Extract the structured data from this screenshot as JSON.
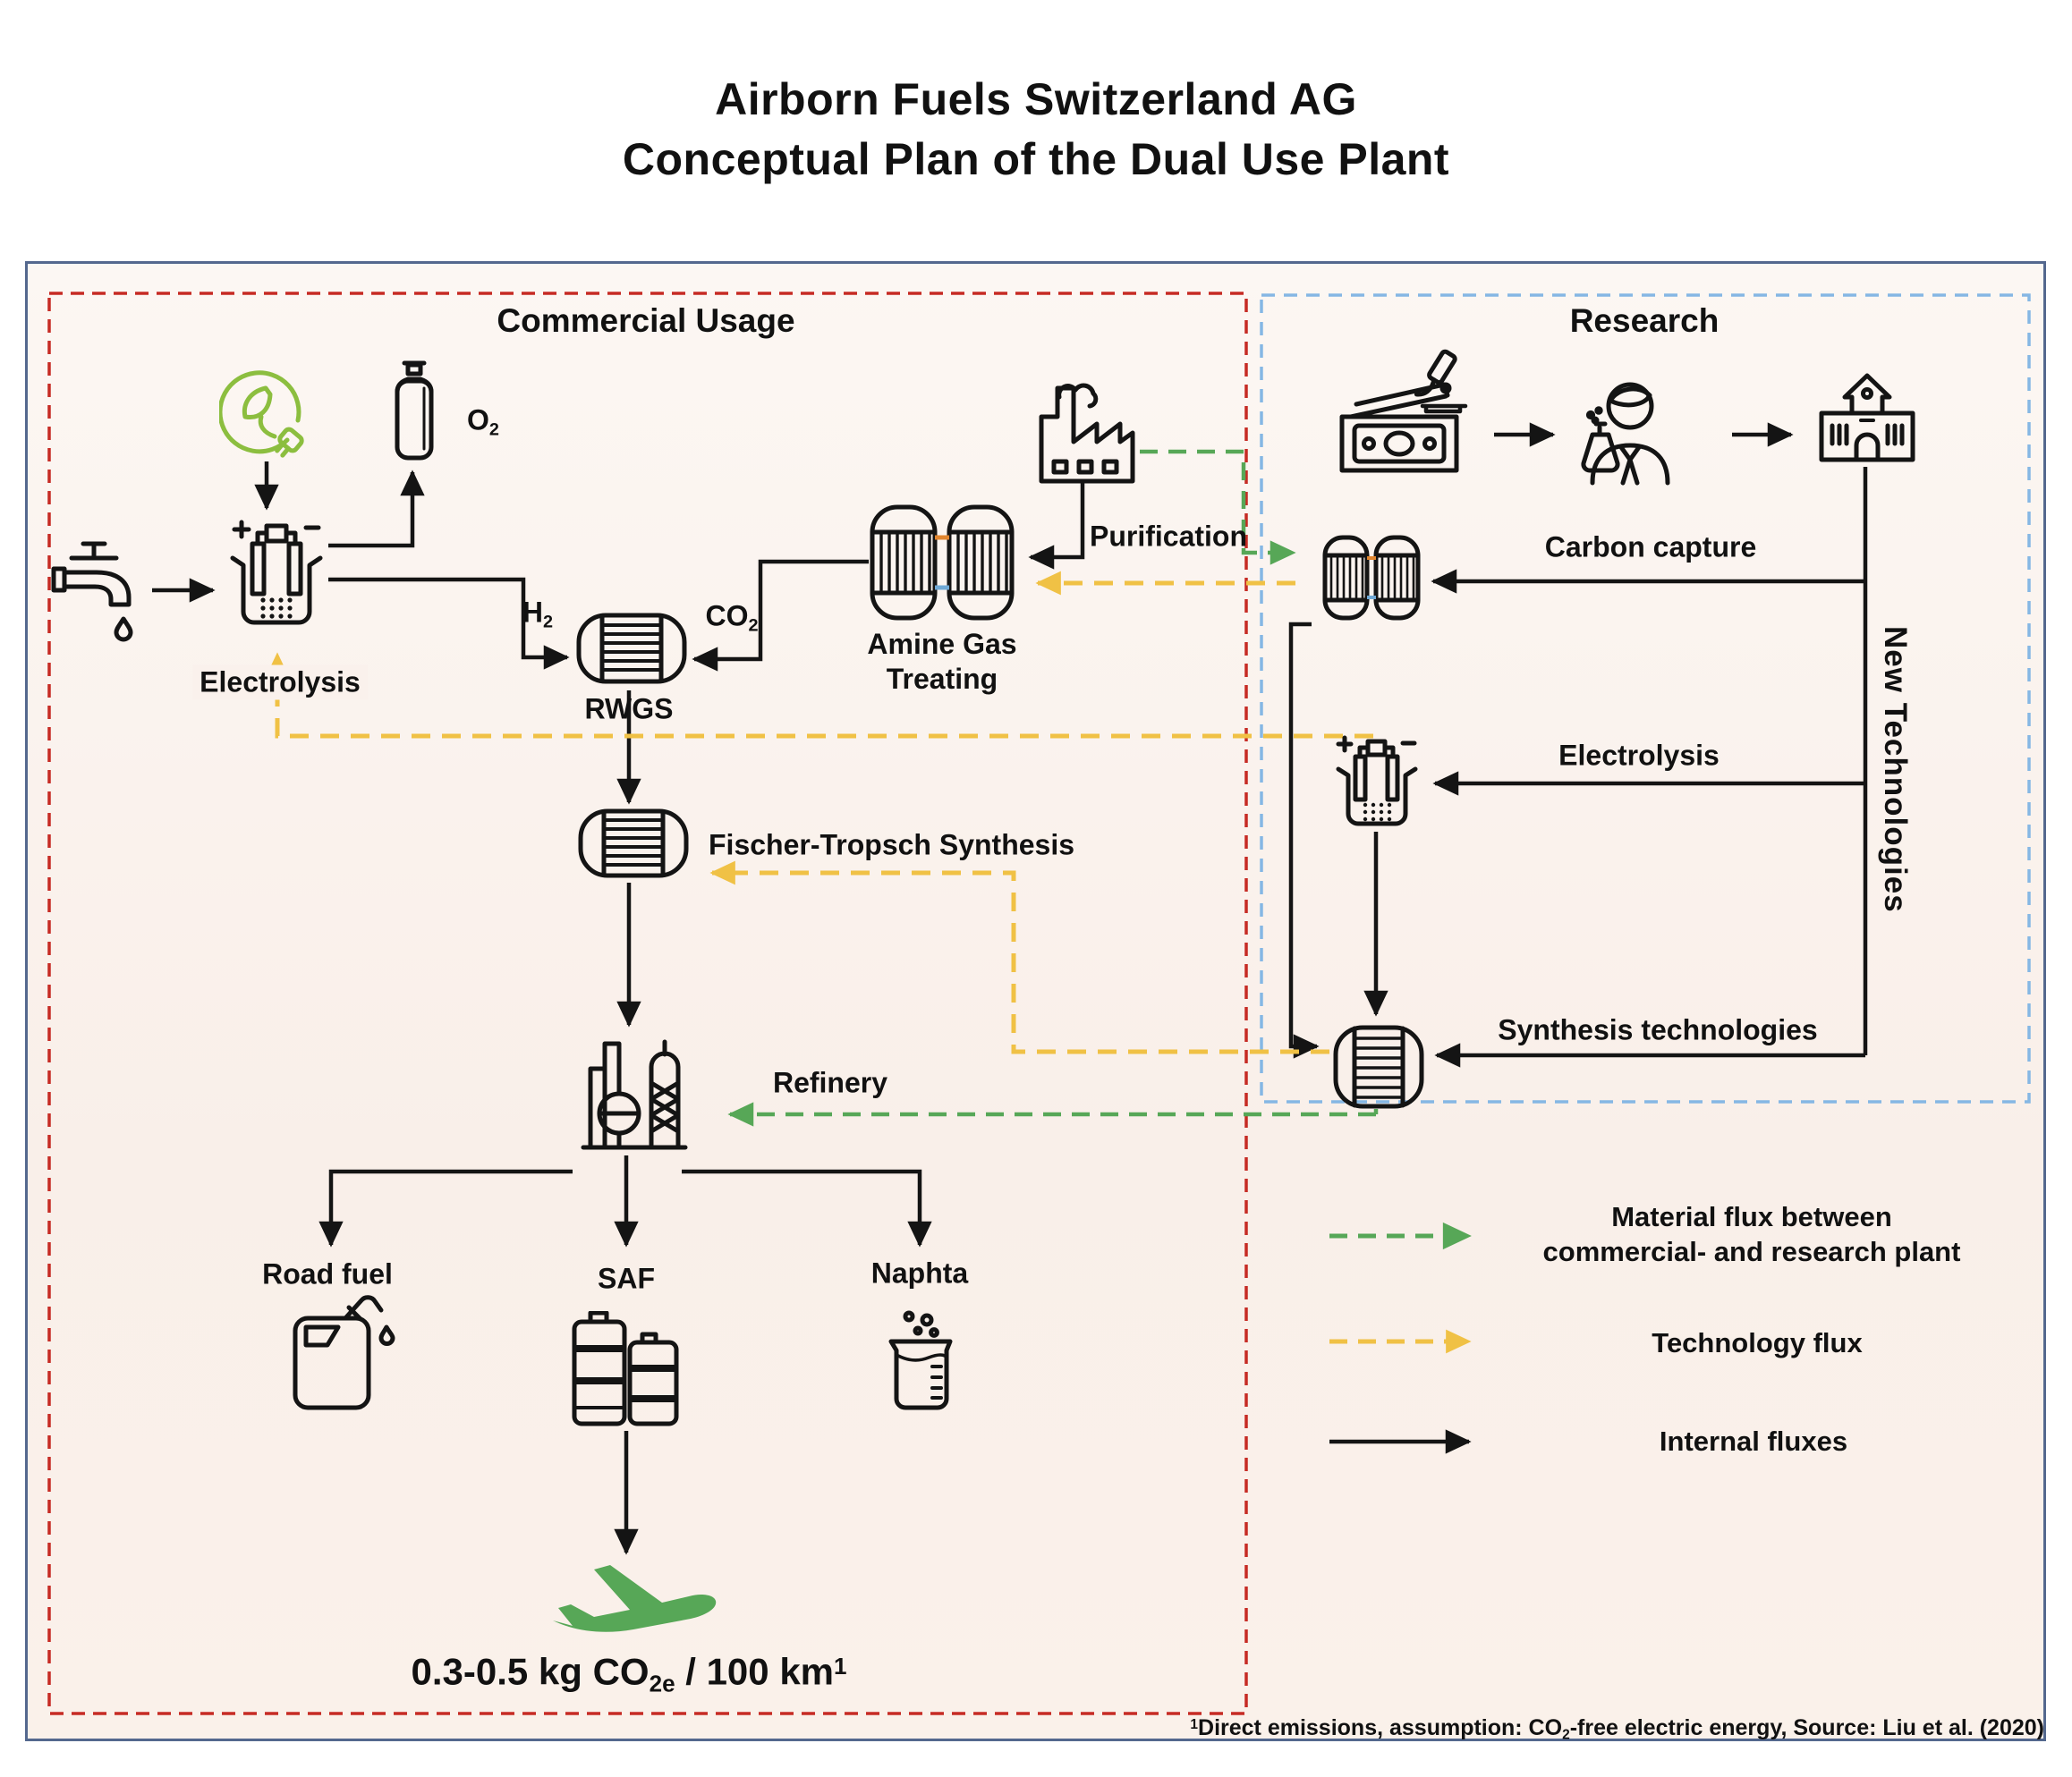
{
  "title": {
    "line1": "Airborn Fuels Switzerland AG",
    "line2": "Conceptual Plan of the Dual Use Plant"
  },
  "regions": {
    "commercial_label": "Commercial Usage",
    "research_label": "Research"
  },
  "commercial": {
    "electrolysis": "Electrolysis",
    "rwgs": "RWGS",
    "amine_line1": "Amine Gas",
    "amine_line2": "Treating",
    "purification": "Purification",
    "fischer_tropsch": "Fischer-Tropsch Synthesis",
    "refinery": "Refinery",
    "road_fuel": "Road fuel",
    "saf": "SAF",
    "naphta": "Naphta",
    "h2": {
      "base": "H",
      "sub": "2"
    },
    "co2": {
      "base": "CO",
      "sub": "2"
    },
    "o2": {
      "base": "O",
      "sub": "2"
    },
    "emission": {
      "pre": "0.3-0.5 kg CO",
      "sub": "2e",
      "mid": " / 100 km",
      "sup": "1"
    }
  },
  "research": {
    "carbon_capture": "Carbon capture",
    "electrolysis": "Electrolysis",
    "synthesis_technologies": "Synthesis technologies",
    "new_technologies": "New Technologies"
  },
  "legend": {
    "material_flux_line1": "Material flux between",
    "material_flux_line2": "commercial- and research plant",
    "technology_flux": "Technology flux",
    "internal_flux": "Internal fluxes"
  },
  "footnote": {
    "sup": "1",
    "pre": "Direct emissions, assumption: CO",
    "sub": "2",
    "post": "-free electric energy, Source: Liu et al. (2020)"
  },
  "colors": {
    "internal_flux": "#141414",
    "material_flux": "#57a757",
    "technology_flux": "#f0c145",
    "commercial_border": "#c62b24",
    "research_border": "#85b7e4",
    "plane": "#57a757",
    "energy_icon": "#8cbe3f"
  }
}
